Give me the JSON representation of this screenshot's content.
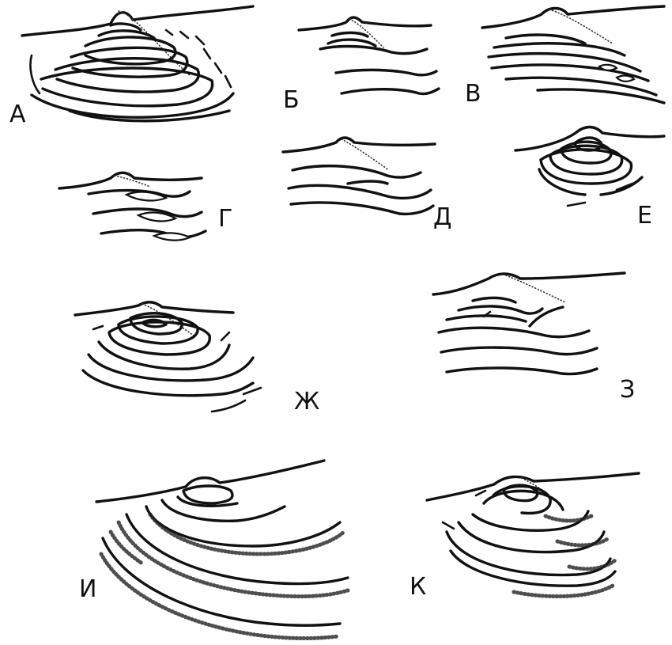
{
  "figure": {
    "panels": [
      {
        "id": "A",
        "label": "А"
      },
      {
        "id": "B",
        "label": "Б"
      },
      {
        "id": "V",
        "label": "В"
      },
      {
        "id": "G",
        "label": "Г"
      },
      {
        "id": "D",
        "label": "Д"
      },
      {
        "id": "E",
        "label": "Е"
      },
      {
        "id": "Zh",
        "label": "Ж"
      },
      {
        "id": "Z",
        "label": "З"
      },
      {
        "id": "I",
        "label": "И"
      },
      {
        "id": "K",
        "label": "К"
      }
    ]
  }
}
